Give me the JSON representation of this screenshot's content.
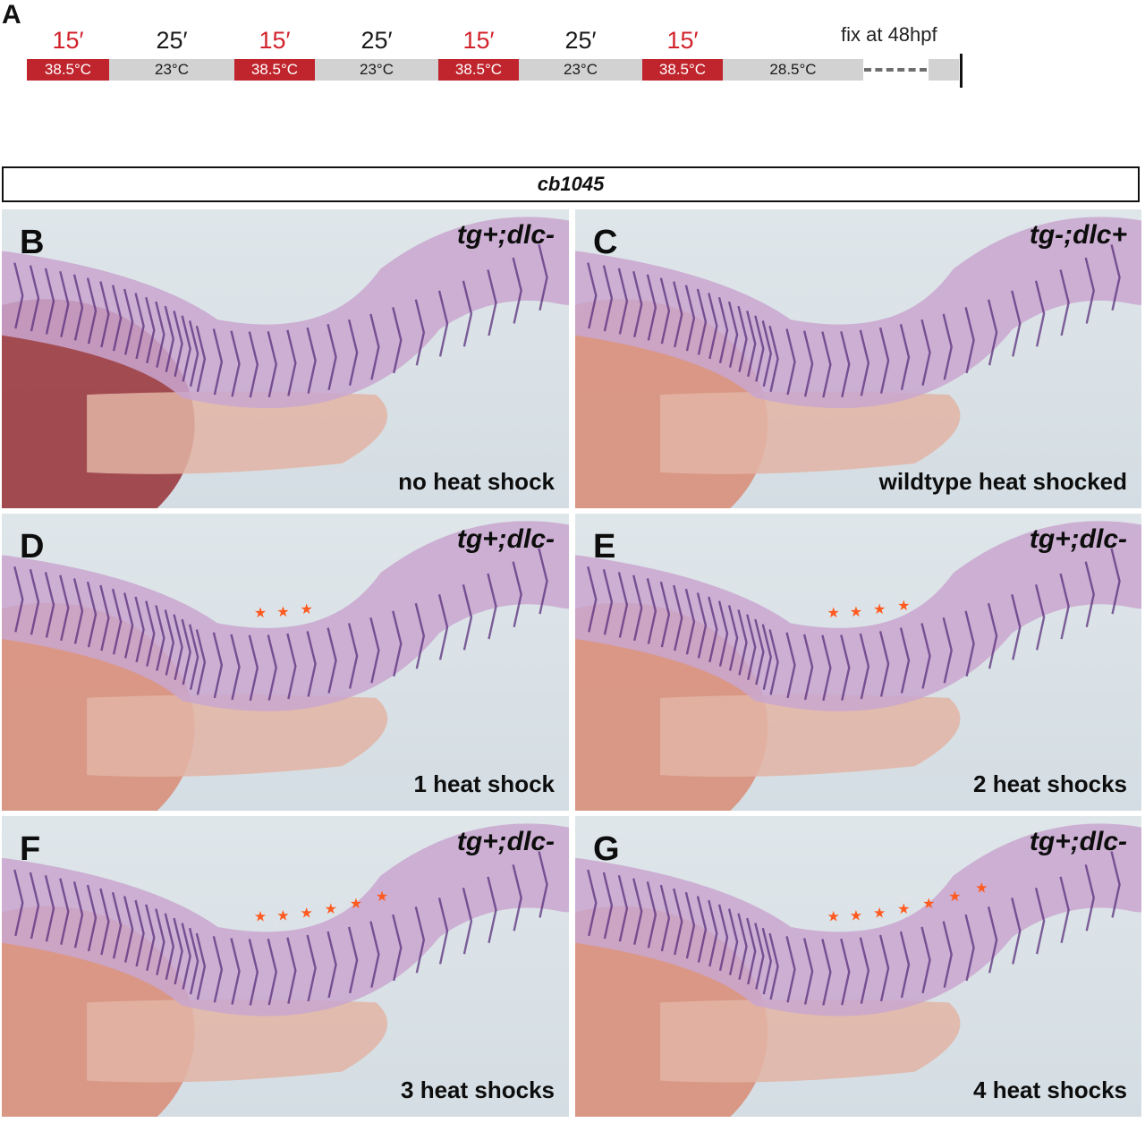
{
  "panel_a": {
    "letter": "A",
    "segments": [
      {
        "duration": "15′",
        "temp": "38.5°C",
        "hot": true
      },
      {
        "duration": "25′",
        "temp": "23°C",
        "hot": false
      },
      {
        "duration": "15′",
        "temp": "38.5°C",
        "hot": true
      },
      {
        "duration": "25′",
        "temp": "23°C",
        "hot": false
      },
      {
        "duration": "15′",
        "temp": "38.5°C",
        "hot": true
      },
      {
        "duration": "25′",
        "temp": "23°C",
        "hot": false
      },
      {
        "duration": "15′",
        "temp": "38.5°C",
        "hot": true
      },
      {
        "duration": "",
        "temp": "28.5°C",
        "hot": false
      }
    ],
    "fix_label": "fix at 48hpf"
  },
  "strain_label": "cb1045",
  "panels": [
    {
      "letter": "B",
      "genotype": "tg+;dlc-",
      "condition": "no heat shock",
      "stars": 0,
      "dark_yolk": true
    },
    {
      "letter": "C",
      "genotype": "tg-;dlc+",
      "condition": "wildtype heat shocked",
      "stars": 0,
      "dark_yolk": false
    },
    {
      "letter": "D",
      "genotype": "tg+;dlc-",
      "condition": "1 heat shock",
      "stars": 3,
      "dark_yolk": false
    },
    {
      "letter": "E",
      "genotype": "tg+;dlc-",
      "condition": "2 heat shocks",
      "stars": 4,
      "dark_yolk": false
    },
    {
      "letter": "F",
      "genotype": "tg+;dlc-",
      "condition": "3 heat shocks",
      "stars": 6,
      "dark_yolk": false
    },
    {
      "letter": "G",
      "genotype": "tg+;dlc-",
      "condition": "4 heat shocks",
      "stars": 7,
      "dark_yolk": false
    }
  ],
  "colors": {
    "hot": "#c0242c",
    "star": "#ff5a1f",
    "stain": "#5a2f7c"
  }
}
